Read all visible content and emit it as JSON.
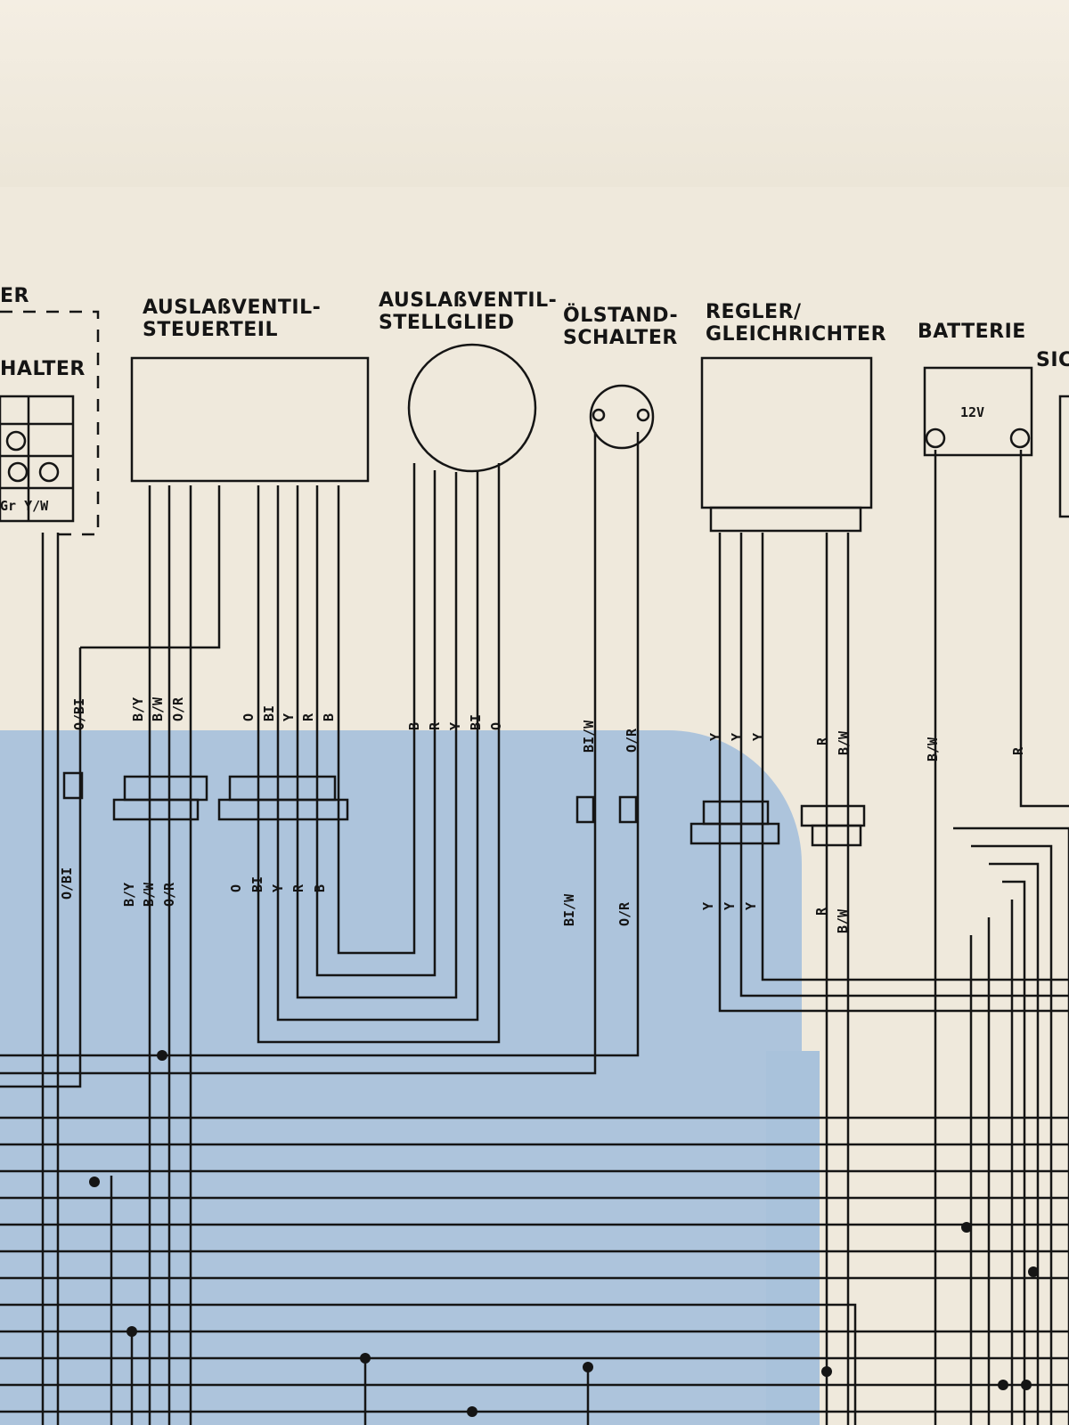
{
  "components": {
    "partial_left_top": "ER",
    "partial_left_switch": "HALTER",
    "auslass_steuerteil": "AUSLAßVENTIL-\nSTEUERTEIL",
    "auslass_stellglied": "AUSLAßVENTIL-\nSTELLGLIED",
    "oelstand_schalter": "ÖLSTAND-\nSCHALTER",
    "regler": "REGLER/\nGLEICHRICHTER",
    "batterie": "BATTERIE",
    "partial_right": "SIC",
    "battery_voltage": "12V",
    "left_switch_wire_labels": "Gr Y/W"
  },
  "wire_labels": {
    "o_bi": "O/BI",
    "b_y": "B/Y",
    "b_w": "B/W",
    "o_r": "O/R",
    "o": "O",
    "bi": "BI",
    "y": "Y",
    "r": "R",
    "b": "B",
    "bi_w": "BI/W"
  },
  "colors": {
    "paper": "#efe9dc",
    "shadow": "#a9c2db",
    "ink": "#151515"
  }
}
